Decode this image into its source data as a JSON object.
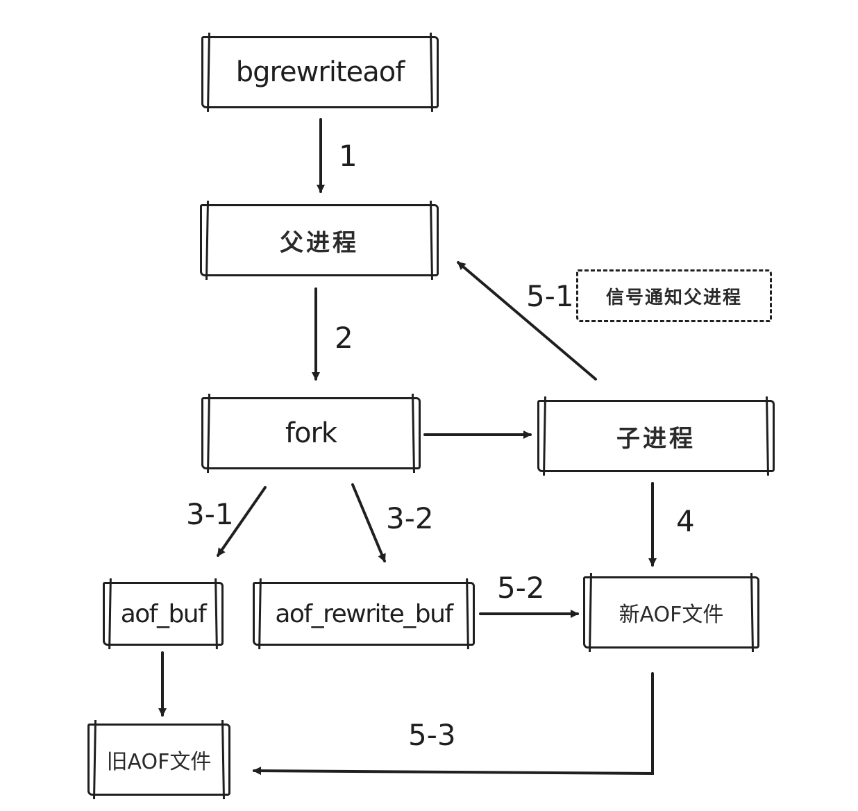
{
  "nodes": {
    "bgrewriteaof": "bgrewriteaof",
    "parent_process": "父进程",
    "fork": "fork",
    "child_process": "子进程",
    "signal_note": "信号通知父进程",
    "aof_buf": "aof_buf",
    "aof_rewrite_buf": "aof_rewrite_buf",
    "new_aof_file": "新AOF文件",
    "old_aof_file": "旧AOF文件"
  },
  "steps": {
    "s1": "1",
    "s2": "2",
    "s3_1": "3-1",
    "s3_2": "3-2",
    "s4": "4",
    "s5_1": "5-1",
    "s5_2": "5-2",
    "s5_3": "5-3"
  },
  "colors": {
    "stroke": "#1f1f1f",
    "background": "#ffffff"
  }
}
